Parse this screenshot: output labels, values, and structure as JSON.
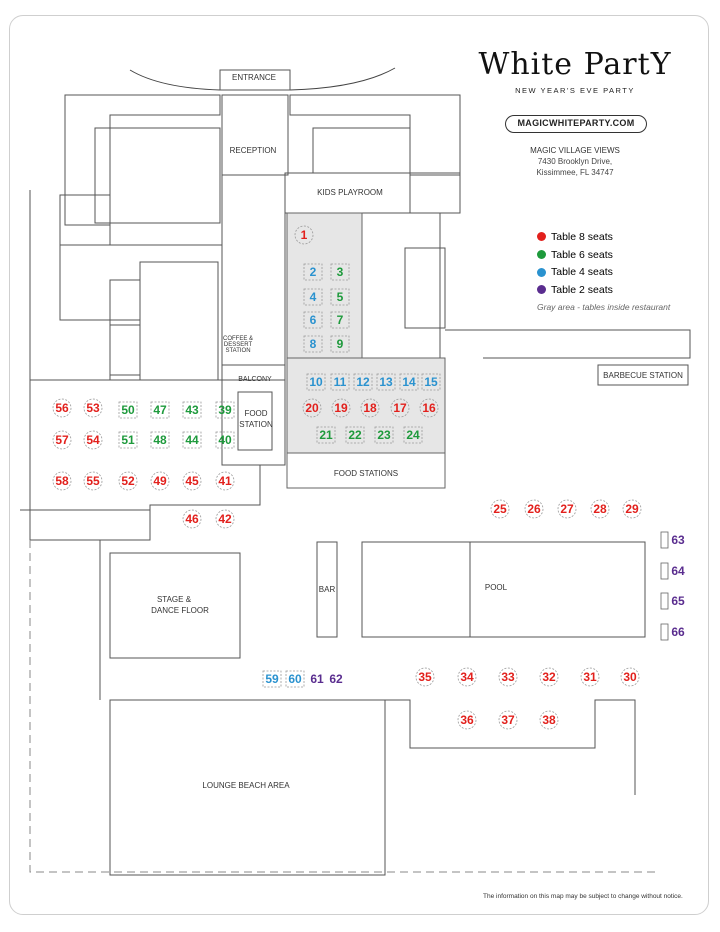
{
  "brand": {
    "logo_text": "White PartY",
    "tagline": "NEW YEAR'S EVE PARTY",
    "website": "MAGICWHITEPARTY.COM"
  },
  "venue": {
    "name": "MAGIC VILLAGE VIEWS",
    "address_line1": "7430 Brooklyn Drive,",
    "address_line2": "Kissimmee, FL 34747"
  },
  "legend": {
    "items": [
      {
        "label": "Table 8 seats",
        "color": "#e2201c"
      },
      {
        "label": "Table 6 seats",
        "color": "#1e9a3c"
      },
      {
        "label": "Table 4 seats",
        "color": "#2a92cf"
      },
      {
        "label": "Table 2 seats",
        "color": "#5a2d8f"
      }
    ],
    "note": "Gray area - tables inside restaurant"
  },
  "areas": {
    "entrance": "ENTRANCE",
    "reception": "RECEPTION",
    "kids_playroom": "KIDS PLAYROOM",
    "coffee_line1": "COFFEE &",
    "coffee_line2": "DESSERT",
    "coffee_line3": "STATION",
    "balcony": "BALCONY",
    "food_station_line1": "FOOD",
    "food_station_line2": "STATION",
    "food_stations": "FOOD STATIONS",
    "barbecue_station": "BARBECUE STATION",
    "bar": "BAR",
    "pool": "POOL",
    "stage_line1": "STAGE &",
    "stage_line2": "DANCE FLOOR",
    "lounge": "LOUNGE BEACH AREA"
  },
  "tables": {
    "t8": [
      "1",
      "16",
      "17",
      "18",
      "19",
      "20",
      "25",
      "26",
      "27",
      "28",
      "29",
      "30",
      "31",
      "32",
      "33",
      "34",
      "35",
      "36",
      "37",
      "38",
      "41",
      "42",
      "45",
      "46",
      "49",
      "52",
      "53",
      "54",
      "55",
      "56",
      "57",
      "58"
    ],
    "t6": [
      "3",
      "5",
      "7",
      "9",
      "21",
      "22",
      "23",
      "24",
      "39",
      "40",
      "43",
      "44",
      "47",
      "48",
      "50",
      "51"
    ],
    "t4": [
      "2",
      "4",
      "6",
      "8",
      "10",
      "11",
      "12",
      "13",
      "14",
      "15",
      "59",
      "60"
    ],
    "t2": [
      "61",
      "62",
      "63",
      "64",
      "65",
      "66"
    ]
  },
  "footer": {
    "disclaimer": "The information on this map may be subject to change without notice."
  }
}
